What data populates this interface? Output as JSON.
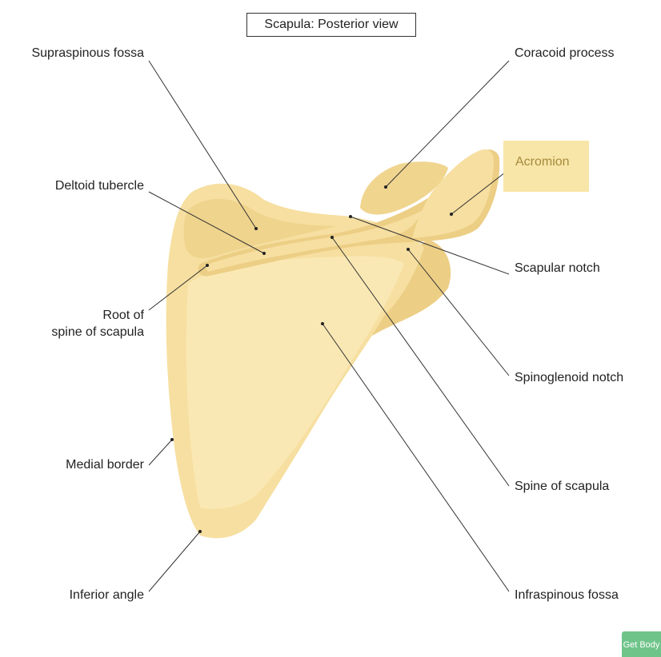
{
  "title": "Scapula: Posterior view",
  "colors": {
    "bone": "#f6dfa0",
    "bone_shadow": "#ecce85",
    "bone_light": "#fae8b4",
    "leader": "#333333",
    "highlight": "#f8e6a8",
    "highlight_text": "#a58a3c",
    "button": "#6fc48a"
  },
  "labels": {
    "supraspinous_fossa": "Supraspinous fossa",
    "coracoid_process": "Coracoid process",
    "acromion": "Acromion",
    "deltoid_tubercle": "Deltoid tubercle",
    "scapular_notch": "Scapular notch",
    "root_of_spine": "Root of\nspine of scapula",
    "spinoglenoid_notch": "Spinoglenoid notch",
    "medial_border": "Medial border",
    "spine_of_scapula": "Spine of scapula",
    "inferior_angle": "Inferior angle",
    "infraspinous_fossa": "Infraspinous fossa"
  },
  "button": {
    "label": "Get Body"
  }
}
